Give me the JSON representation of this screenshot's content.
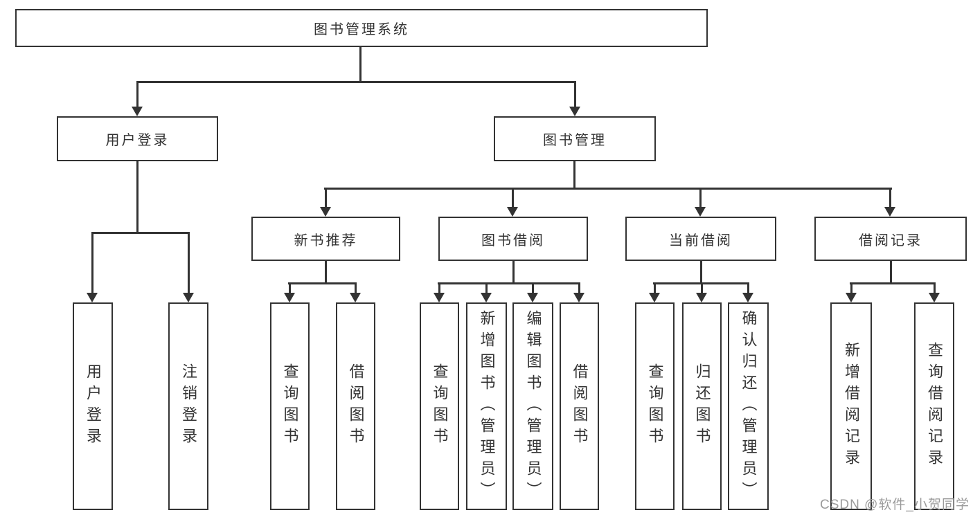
{
  "diagram": {
    "root": {
      "label": "图书管理系统"
    },
    "level2": [
      {
        "label": "用户登录"
      },
      {
        "label": "图书管理"
      }
    ],
    "level3": [
      {
        "label": "新书推荐"
      },
      {
        "label": "图书借阅"
      },
      {
        "label": "当前借阅"
      },
      {
        "label": "借阅记录"
      }
    ],
    "leaves": [
      {
        "label": "用户登录"
      },
      {
        "label": "注销登录"
      },
      {
        "label": "查询图书"
      },
      {
        "label": "借阅图书"
      },
      {
        "label": "查询图书"
      },
      {
        "label": "新增图书（管理员）"
      },
      {
        "label": "编辑图书（管理员）"
      },
      {
        "label": "借阅图书"
      },
      {
        "label": "查询图书"
      },
      {
        "label": "归还图书"
      },
      {
        "label": "确认归还（管理员）"
      },
      {
        "label": "新增借阅记录"
      },
      {
        "label": "查询借阅记录"
      }
    ],
    "watermark": "CSDN @软件_小贺同学",
    "colors": {
      "line": "#333333",
      "text": "#333333",
      "watermark": "#9b9b9b",
      "background": "#ffffff"
    }
  }
}
